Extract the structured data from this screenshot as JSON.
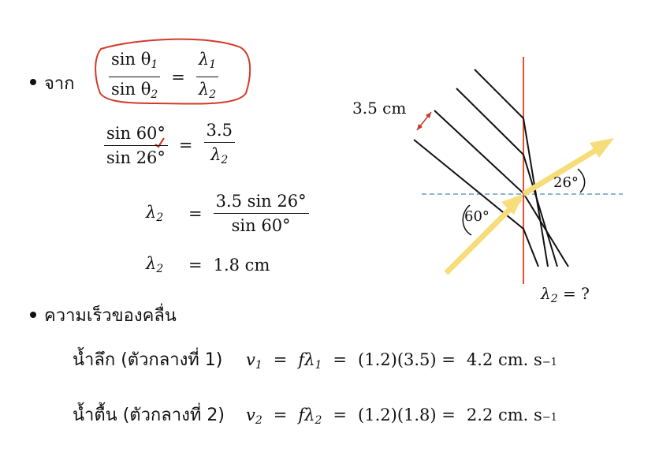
{
  "bullet1": {
    "label": "จาก"
  },
  "formula": {
    "num_left": "sin θ",
    "den_left": "sin θ",
    "num_right": "λ",
    "den_right": "λ",
    "sub1": "1",
    "sub2": "2"
  },
  "step1": {
    "num_left": "sin 60°",
    "den_left": "sin 26°",
    "num_right": "3.5",
    "den_right": "λ",
    "sub2": "2"
  },
  "step2": {
    "lhs": "λ",
    "sub": "2",
    "num": "3.5 sin 26°",
    "den": "sin 60°"
  },
  "step3": {
    "lhs": "λ",
    "sub": "2",
    "value": "1.8 cm"
  },
  "bullet2": {
    "label": "ความเร็วของคลื่น"
  },
  "line1": {
    "label": "น้ำลึก (ตัวกลางที่ 1)",
    "v": "v",
    "vsub": "1",
    "f": "f",
    "lam": "λ",
    "lamsub": "1",
    "calc": "(1.2)(3.5)",
    "result": "4.2 cm. s",
    "exp": "−1"
  },
  "line2": {
    "label": "น้ำตื้น (ตัวกลางที่ 2)",
    "v": "v",
    "vsub": "2",
    "f": "f",
    "lam": "λ",
    "lamsub": "2",
    "calc": "(1.2)(1.8)",
    "result": "2.2 cm. s",
    "exp": "−1"
  },
  "diagram": {
    "spacing_label": "3.5 cm",
    "angle1": "60°",
    "angle2": "26°",
    "unknown_lhs": "λ",
    "unknown_sub": "2",
    "unknown_rhs": " = ?",
    "colors": {
      "boundary": "#e0503a",
      "normal": "#6c9bc4",
      "ray": "#f7dc7a",
      "circle": "#d23b2a",
      "tick": "#d23b2a",
      "spacing_arrow": "#c0392b"
    }
  },
  "eq_sign": "="
}
